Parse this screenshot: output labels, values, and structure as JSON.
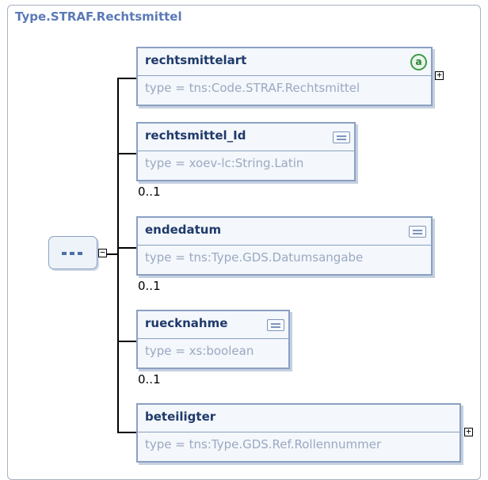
{
  "type_name": "Type.STRAF.Rechtsmittel",
  "elements": [
    {
      "name": "rechtsmittelart",
      "type": "type = tns:Code.STRAF.Rechtsmittel",
      "cardinality": "",
      "icon": "attribute-a-icon",
      "expandable": true
    },
    {
      "name": "rechtsmittel_Id",
      "type": "type = xoev-lc:String.Latin",
      "cardinality": "0..1",
      "icon": "documentation-icon",
      "expandable": false
    },
    {
      "name": "endedatum",
      "type": "type = tns:Type.GDS.Datumsangabe",
      "cardinality": "0..1",
      "icon": "documentation-icon",
      "expandable": false
    },
    {
      "name": "ruecknahme",
      "type": "type = xs:boolean",
      "cardinality": "0..1",
      "icon": "documentation-icon",
      "expandable": false
    },
    {
      "name": "beteiligter",
      "type": "type = tns:Type.GDS.Ref.Rollennummer",
      "cardinality": "",
      "icon": "",
      "expandable": true
    }
  ],
  "badge_letter": "a",
  "expand_symbol": "+",
  "collapse_symbol": "−",
  "compositor": "sequence"
}
